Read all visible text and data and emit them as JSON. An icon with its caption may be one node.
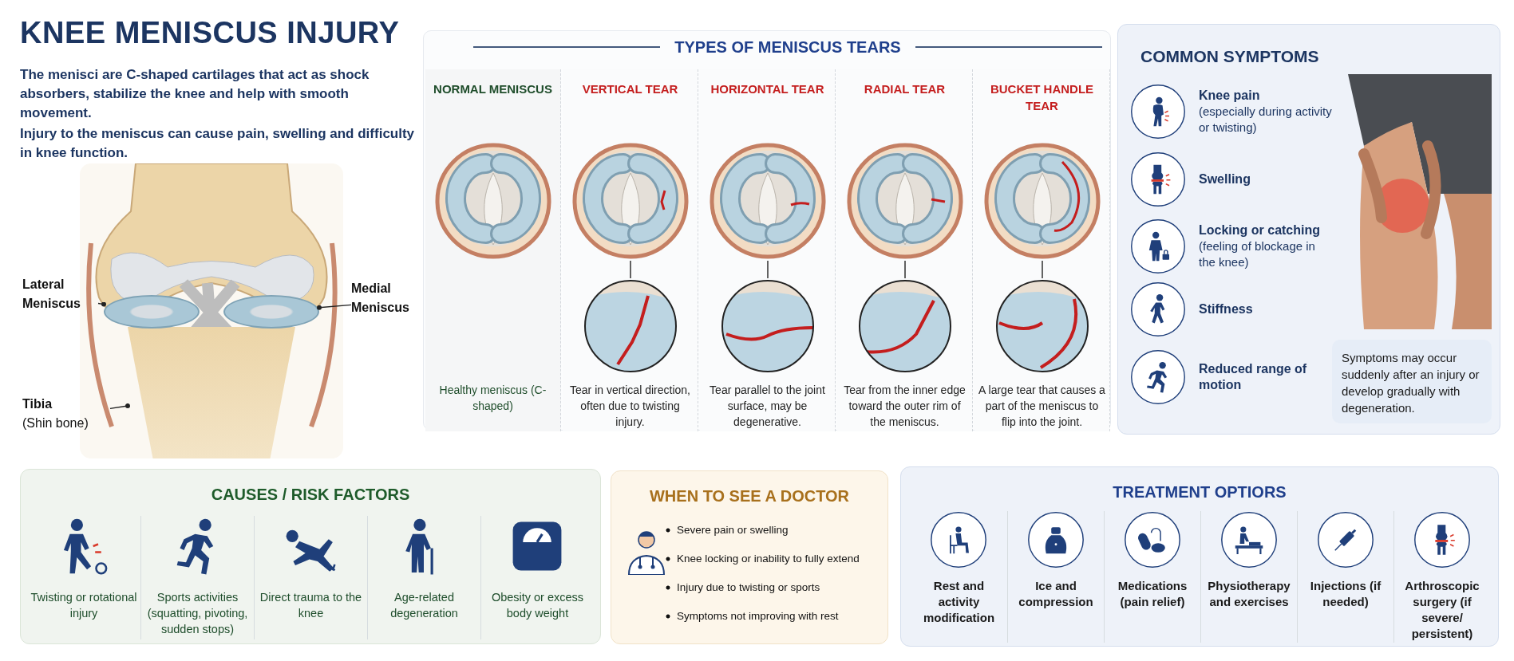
{
  "diagram": {
    "title": "KNEE MENISCUS INJURY",
    "nodes": [
      {
        "text": [],
        "shape": "picture"
      },
      {
        "text": [
          "Lateral Meniscus"
        ]
      },
      {
        "text": [],
        "shape": "picture",
        "in": 0
      },
      {
        "text": [
          "Medial Meniscus"
        ]
      },
      {
        "text": [],
        "shape": "picture",
        "in": 0
      },
      {
        "text": [
          "Tibia",
          "(Shin bone)"
        ]
      },
      {
        "text": [],
        "shape": "picture",
        "in": 0
      },
      {
        "text": [
          "TYPES OF MENISCUS TEARS"
        ]
      },
      {
        "text": [
          "NORMAL MENISCUS",
          "Healthy meniscus (C-shaped)"
        ],
        "in": 7
      },
      {
        "text": [
          "VERTICAL TEAR",
          "Tear in vertical direction, often due to twisting injury."
        ],
        "in": 7
      },
      {
        "text": [],
        "shape": "picture",
        "in": 9
      },
      {
        "text": [],
        "shape": "picture",
        "in": 9
      },
      {
        "text": [
          "HORIZONTAL TEAR",
          "Tear parallel to the joint surface, may be degenerative."
        ],
        "in": 7
      },
      {
        "text": [],
        "shape": "picture",
        "in": 12
      },
      {
        "text": [],
        "shape": "picture",
        "in": 12
      },
      {
        "text": [
          "RADIAL TEAR",
          "Tear from the inner edge toward the outer rim of the meniscus."
        ],
        "in": 7
      },
      {
        "text": [],
        "shape": "picture",
        "in": 15
      },
      {
        "text": [],
        "shape": "picture",
        "in": 15
      },
      {
        "text": [
          "BUCKET HANDLE TEAR",
          "A large tear that causes a part of the meniscus to flip into the joint."
        ],
        "in": 7
      },
      {
        "text": [],
        "shape": "picture",
        "in": 18
      },
      {
        "text": [],
        "shape": "picture",
        "in": 18
      },
      {
        "text": [
          "COMMON SYMPTOMS"
        ]
      },
      {
        "text": [
          "Knee pain",
          "(especially during activity or twisting)"
        ],
        "in": 21
      },
      {
        "text": [
          "Swelling"
        ],
        "in": 21
      },
      {
        "text": [
          "Locking or catching",
          "(feeling of blockage in the knee)"
        ],
        "in": 21
      },
      {
        "text": [
          "Stiffness"
        ],
        "in": 21
      },
      {
        "text": [
          "Reduced range of motion"
        ],
        "in": 21
      },
      {
        "text": [
          "Symptoms may occur suddenly after an injury or develop gradually with degeneration."
        ],
        "in": 21
      },
      {
        "text": [
          "CAUSES / RISK FACTORS"
        ]
      },
      {
        "text": [
          "Twisting or rotational injury"
        ],
        "in": 28
      },
      {
        "text": [
          "Sports activities (squatting, pivoting, sudden stops)"
        ],
        "in": 28
      },
      {
        "text": [
          "Direct trauma to the knee"
        ],
        "in": 28
      },
      {
        "text": [
          "Age-related degeneration"
        ],
        "in": 28
      },
      {
        "text": [
          "Obesity or excess body weight"
        ],
        "in": 28
      },
      {
        "text": [
          "WHEN TO SEE A DOCTOR",
          "Severe pain or swelling",
          "Knee locking or inability to fully extend",
          "Injury due to twisting or sports",
          "Symptoms not improving with rest"
        ]
      },
      {
        "text": [
          "TREATMENT OPTIORS"
        ]
      },
      {
        "text": [
          "Rest and activity modification"
        ],
        "in": 35
      },
      {
        "text": [
          "Ice and compression"
        ],
        "in": 35
      },
      {
        "text": [
          "Medications (pain relief)"
        ],
        "in": 35
      },
      {
        "text": [
          "Physiotherapy and exercises"
        ],
        "in": 35
      },
      {
        "text": [
          "Injections (if needed)"
        ],
        "in": 35
      },
      {
        "text": [
          "Arthroscopic surgery (if severe/ persistent)"
        ],
        "in": 35
      }
    ],
    "edges": [
      {
        "from": 1,
        "to": 2,
        "arrow": "other"
      },
      {
        "from": 3,
        "to": 4,
        "arrow": "other"
      },
      {
        "from": 5,
        "to": 6,
        "arrow": "other"
      },
      {
        "from": 10,
        "to": 11,
        "arrow": "none"
      },
      {
        "from": 13,
        "to": 14,
        "arrow": "none"
      },
      {
        "from": 16,
        "to": 17,
        "arrow": "none"
      },
      {
        "from": 19,
        "to": 20,
        "arrow": "none"
      }
    ],
    "labels": [
      "The menisci are C-shaped cartilages that act as shock absorbers, stabilize the knee and help with smooth movement.",
      "Injury to the meniscus can cause pain, swelling and difficulty in knee function."
    ]
  }
}
